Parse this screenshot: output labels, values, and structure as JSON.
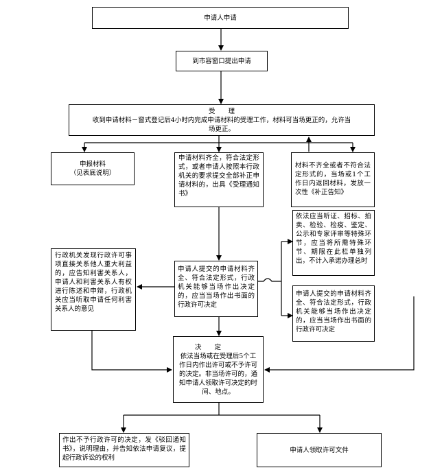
{
  "boxes": {
    "apply": "申请人申请",
    "submit": "到市容窗口提出申请",
    "accept_title": "受　　理",
    "accept_body": "收到申请材料－窗式登记后4小时内完成申请材料的受理工作，材料可当场更正的，允许当场更正。",
    "report_materials_title": "申报材料",
    "report_materials_note": "（见表底说明）",
    "complete_materials": "申请材料齐全，符合法定形式，或者申请人按照本行政机关的要求提交全部补正申请材料的，出具《受理通知书》",
    "incomplete_materials": "材料不齐全或者不符合法定形式的，当场或1个工作日内返回材料，发放一次性《补正告知》",
    "special_steps": "依法应当听证、招标、拍卖、检验、检疫、鉴定、公示和专家评审等特殊环节，应当将所需特殊环节、期限在此栏单独列出，不计入承诺办理总时",
    "interest_hearing": "行政机关发现行政许可事项直接关系他人重大利益的，应告知利害关系人，申请人和利害关系人有权进行陈述和申辩，行政机关应当听取申请任何利害关系人的意见",
    "center_decide": "申请人提交的申请材料齐全、符合法定形式，行政机关能够当场作出决定的，应当当场作出书面的行政许可决定",
    "right_decide": "申请人提交的申请材料齐全、符合法定形式，行政机关能够当场作出决定的，应当当场作出书面的行政许可决定",
    "decision_title": "决　　定",
    "decision_body": "依法当场或在受理后5个工作日内作出许可或不予许可的决定。非当场许可的，通知申请人领取许可决定的时间、地点。",
    "reject": "作出不予行政许可的决定，发《驳回通知书》，说明理由，并告知依法申请复议，提起行政诉讼的权利",
    "collect": "申请人领取许可文件"
  }
}
